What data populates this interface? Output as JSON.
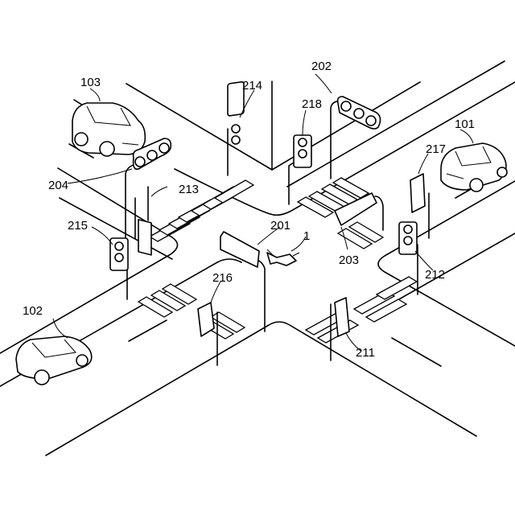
{
  "labels": {
    "cars": {
      "c101": "101",
      "c102": "102",
      "c103": "103"
    },
    "poles": {
      "p201": "201",
      "p202": "202",
      "p203": "203",
      "p204": "204",
      "p211": "211",
      "p212": "212",
      "p213": "213",
      "p214": "214",
      "p215": "215",
      "p216": "216",
      "p217": "217",
      "p218": "218"
    },
    "drone": "1"
  },
  "colors": {
    "line": "#000000",
    "background": "#ffffff"
  }
}
